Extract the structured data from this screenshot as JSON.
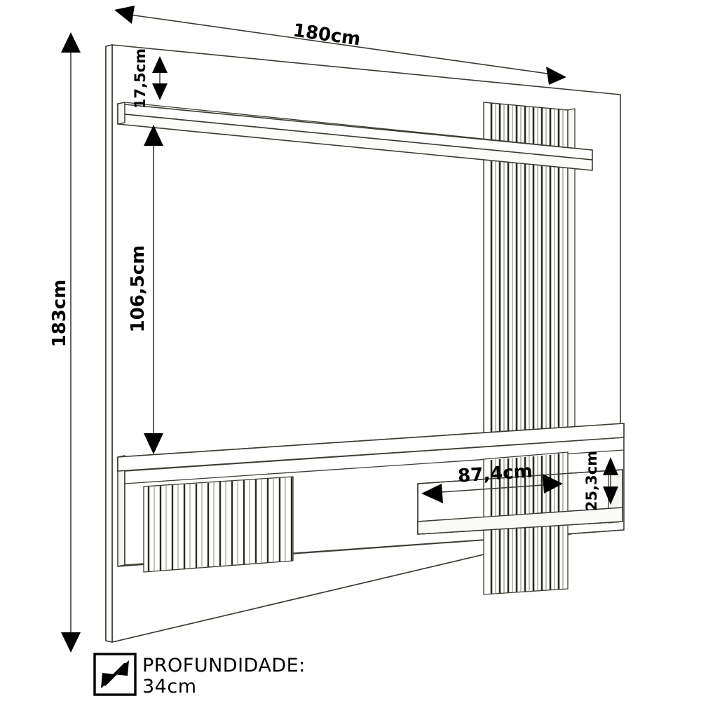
{
  "drawing": {
    "title": "Technical dimension drawing of a wall-mounted TV panel",
    "product_type": "painel-home-ripado",
    "line_color": "#3c3c32",
    "slat_color": "#2b2b20",
    "arrow_color": "#000000",
    "background": "#ffffff"
  },
  "dimensions": {
    "width": {
      "label": "180cm",
      "value": 180,
      "unit": "cm",
      "orientation": "diagonal-top",
      "name": "largura"
    },
    "height": {
      "label": "183cm",
      "value": 183,
      "unit": "cm",
      "orientation": "vertical-left",
      "name": "altura"
    },
    "top_shelf_gap": {
      "label": "17,5cm",
      "value": 17.5,
      "unit": "cm",
      "orientation": "vertical",
      "name": "vao-prateleira-superior"
    },
    "tv_area_height": {
      "label": "106,5cm",
      "value": 106.5,
      "unit": "cm",
      "orientation": "vertical",
      "name": "altura-area-tv"
    },
    "niche_width": {
      "label": "87,4cm",
      "value": 87.4,
      "unit": "cm",
      "orientation": "horizontal",
      "name": "largura-nicho"
    },
    "niche_height": {
      "label": "25,3cm",
      "value": 25.3,
      "unit": "cm",
      "orientation": "vertical",
      "name": "altura-nicho"
    }
  },
  "legend": {
    "icon": "diagonal-resize-arrow-icon",
    "label": "PROFUNDIDADE:",
    "value": "34cm",
    "depth_number": 34,
    "unit": "cm"
  }
}
